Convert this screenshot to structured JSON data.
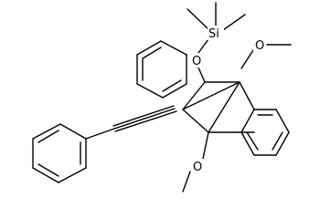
{
  "molecule": {
    "atom_labels": {
      "silicon": "Si",
      "silyl_oxygen": "O",
      "upper_methoxy_oxygen": "O",
      "lower_methoxy_oxygen": "O"
    }
  }
}
